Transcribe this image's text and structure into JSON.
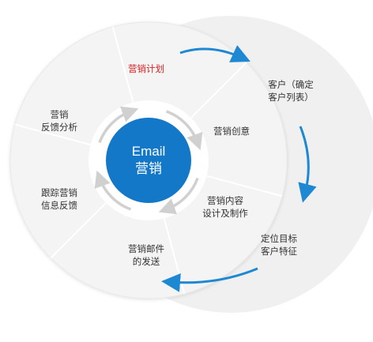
{
  "center": {
    "line1": "Email",
    "line2": "营销"
  },
  "segments": [
    {
      "id": "plan",
      "lines": [
        "营销计划"
      ],
      "highlight": true
    },
    {
      "id": "idea",
      "lines": [
        "营销创意"
      ]
    },
    {
      "id": "design",
      "lines": [
        "营销内容",
        "设计及制作"
      ]
    },
    {
      "id": "send",
      "lines": [
        "营销邮件",
        "的发送"
      ]
    },
    {
      "id": "track",
      "lines": [
        "跟踪营销",
        "信息反馈"
      ]
    },
    {
      "id": "analysis",
      "lines": [
        "营销",
        "反馈分析"
      ]
    }
  ],
  "outer_steps": [
    {
      "id": "customer",
      "lines": [
        "客户（确定",
        "客户列表）"
      ]
    },
    {
      "id": "target",
      "lines": [
        "定位目标",
        "客户特征"
      ]
    }
  ],
  "colors": {
    "accent": "#1e88d2",
    "center_fill": "#1478c8",
    "ring_fill": "#f4f4f4",
    "crescent_fill": "#f0f0f0",
    "highlight_text": "#d81e1e",
    "text": "#333333"
  }
}
